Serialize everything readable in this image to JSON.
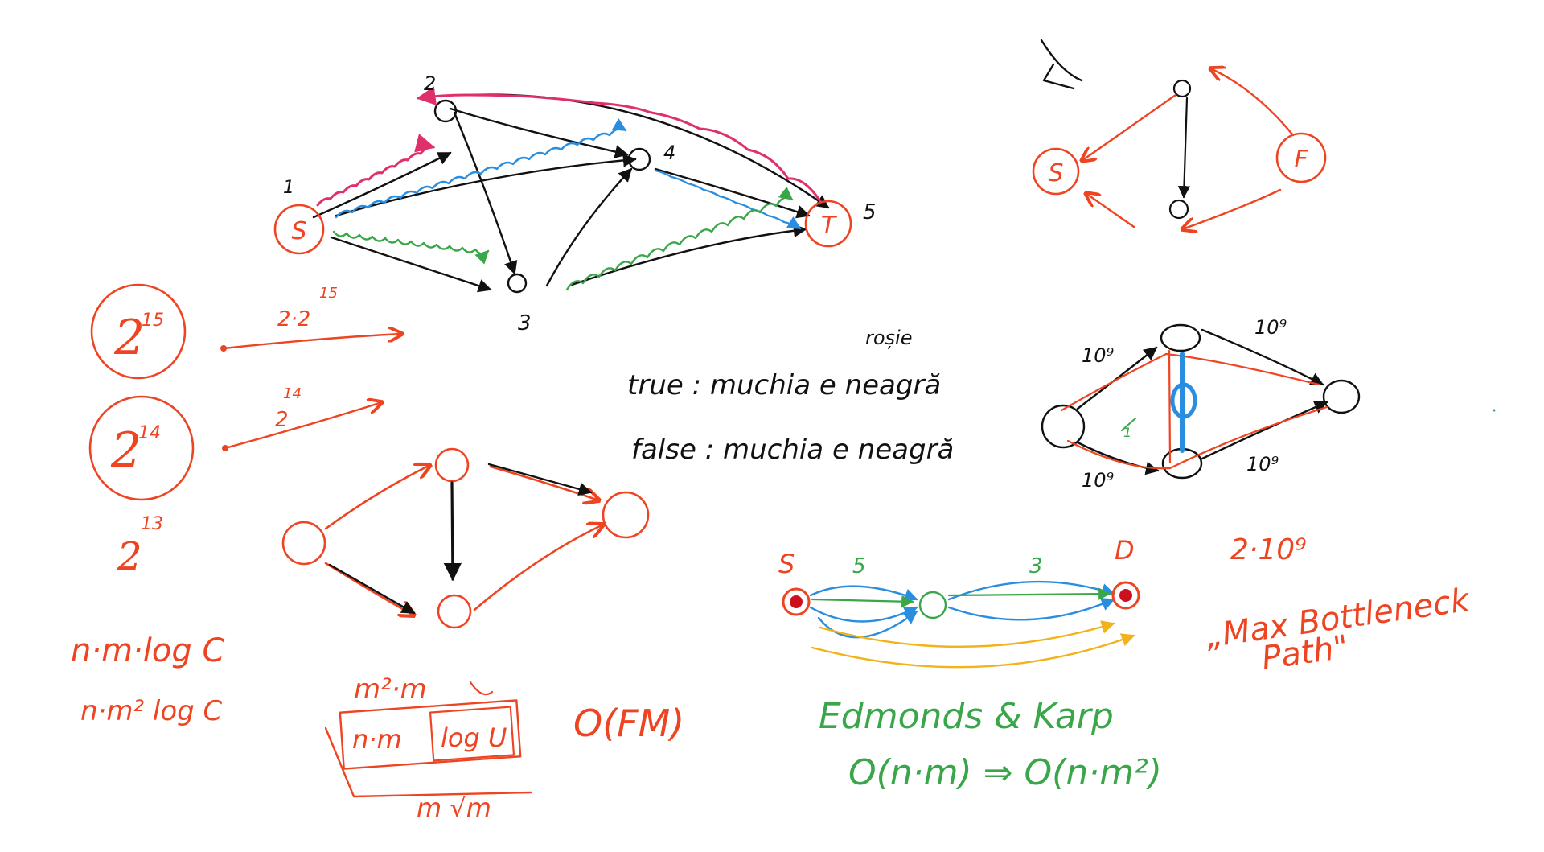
{
  "colors": {
    "black": "#111111",
    "red": "#ee4422",
    "magenta": "#e0306a",
    "blue": "#2a8ee0",
    "green": "#3aa64a",
    "yellow": "#f2b21a",
    "darkred": "#cc1020"
  },
  "network_top": {
    "node_labels": {
      "s": "S",
      "t": "T",
      "n1": "1",
      "n2": "2",
      "n3": "3",
      "n4": "4",
      "n5": "5"
    }
  },
  "small_graph": {
    "s": "S",
    "t": "F"
  },
  "powers": {
    "p15": "2",
    "p15_exp": "15",
    "p14": "2",
    "p14_exp": "14",
    "arrow1": "2·2",
    "arrow1_exp": "15",
    "arrow2": "2",
    "arrow2_exp": "14",
    "below": "2",
    "below_exp": "13"
  },
  "true_false": {
    "true_label": "true : muchia e neagră",
    "rosie": "roșie",
    "false_label": "false : muchia e neagră"
  },
  "weighted": {
    "w_top_left": "10⁹",
    "w_top_right": "10⁹",
    "w_bottom_left": "10⁹",
    "w_bottom_right": "10⁹",
    "w_mid": "1"
  },
  "complexities": {
    "c1": "n·m·log C",
    "c2": "n·m² log C",
    "c3": "m²·m",
    "c4": "n·m",
    "c5": "log U",
    "c6": "m √m",
    "c7": "O(FM)"
  },
  "ek": {
    "s": "S",
    "t": "D",
    "w1": "5",
    "w2": "3",
    "title": "Edmonds & Karp",
    "formula": "O(n·m) ⇒ O(n·m²)"
  },
  "bottleneck": {
    "value": "2·10⁹",
    "title": "„Max Bottleneck",
    "title2": "Path\""
  }
}
